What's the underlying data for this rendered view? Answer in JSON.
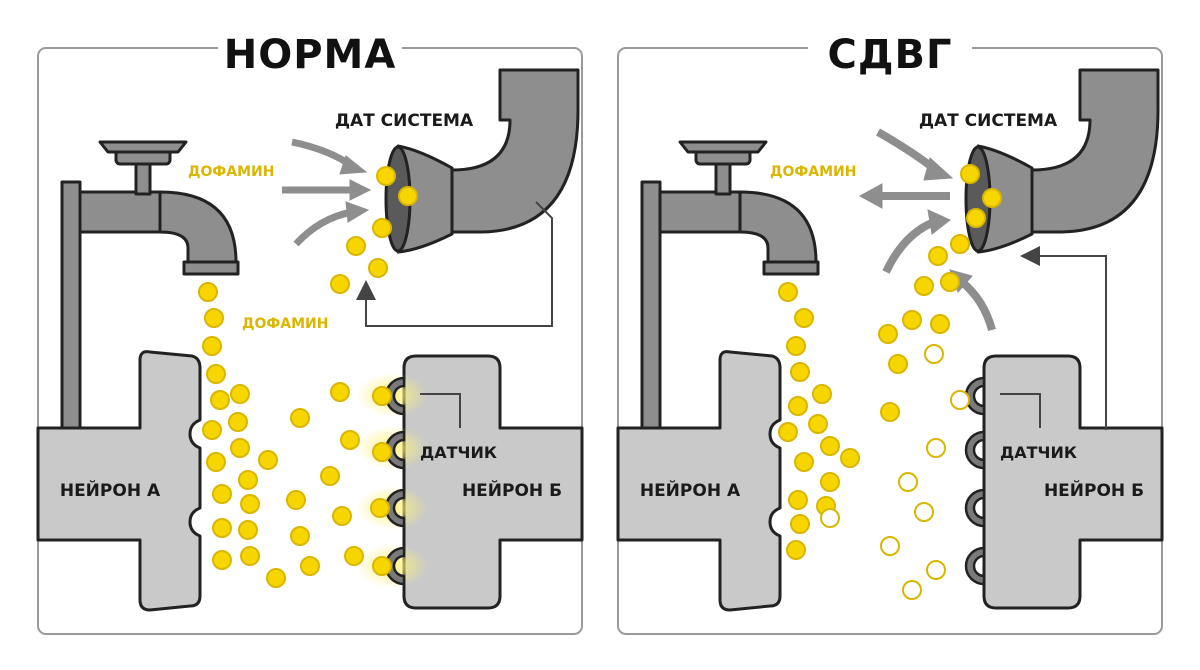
{
  "panels": [
    {
      "id": "norm",
      "title": "НОРМА",
      "dat_label": "ДАТ СИСТЕМА",
      "dopamine_label_1": "ДОФАМИН",
      "dopamine_label_2": "ДОФАМИН",
      "sensor_label": "ДАТЧИК",
      "neuron_a": "НЕЙРОН А",
      "neuron_b": "НЕЙРОН Б",
      "reuptake": "normal",
      "receptors_glowing": true
    },
    {
      "id": "adhd",
      "title": "СДВГ",
      "dat_label": "ДАТ СИСТЕМА",
      "dopamine_label_1": "ДОФАМИН",
      "sensor_label": "ДАТЧИК",
      "neuron_a": "НЕЙРОН А",
      "neuron_b": "НЕЙРОН Б",
      "reuptake": "excessive",
      "receptors_glowing": false
    }
  ],
  "colors": {
    "dopamine": "#f7d600",
    "dopamine_outline": "#d9b700",
    "metal": "#8e8e8e",
    "neuron": "#c9c9c9",
    "frame": "#9a9a9a",
    "glow": "#fff27a"
  },
  "icons": [
    "faucet-icon",
    "dat-pipe-icon",
    "arrow-icon",
    "receptor-icon"
  ]
}
